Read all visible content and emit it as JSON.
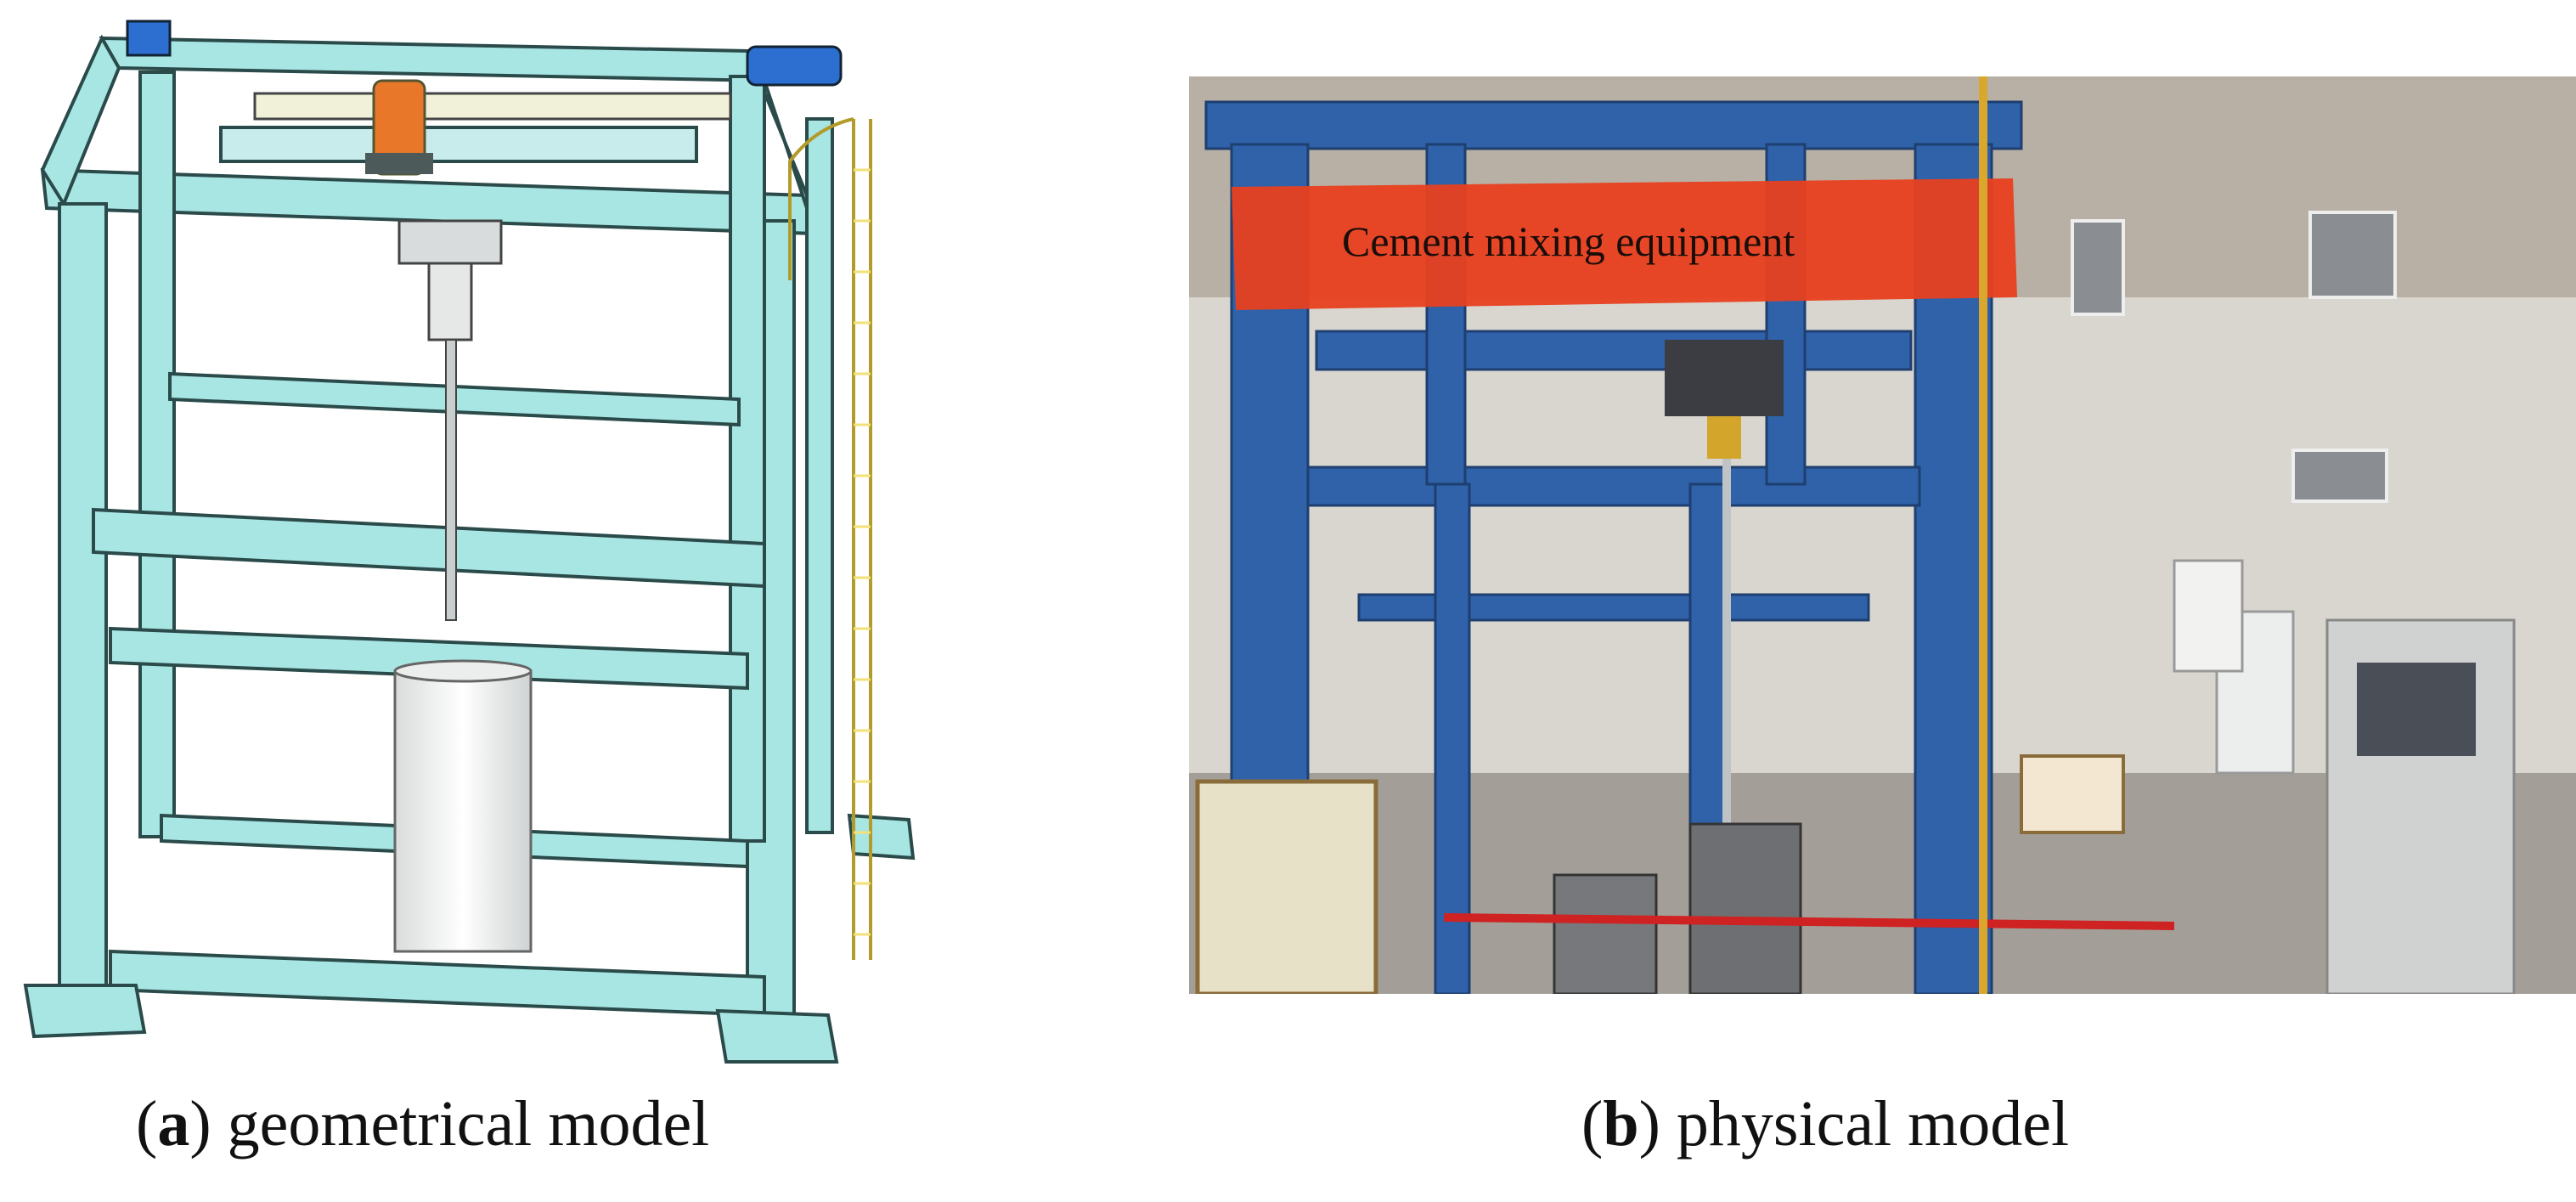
{
  "panel_a": {
    "caption_letter": "a",
    "caption_text": " geometrical model"
  },
  "panel_b": {
    "caption_letter": "b",
    "caption_text": " physical model",
    "banner_label": "Cement mixing equipment"
  },
  "colors": {
    "frame_cad": "#a8e6e4",
    "frame_cad_edge": "#2b4a4a",
    "frame_physical": "#2f62a8",
    "banner": "#e8401f",
    "ladder": "#f2e079",
    "motor": "#e8772a"
  }
}
